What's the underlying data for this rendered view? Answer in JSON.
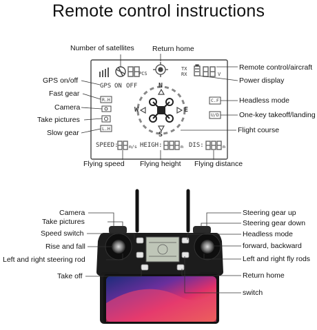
{
  "title": "Remote control instructions",
  "lcd_diagram": {
    "labels": {
      "number_of_satellites": "Number of satellites",
      "return_home": "Return home",
      "remote_aircraft": "Remote control/aircraft",
      "power_display": "Power display",
      "gps_on_off": "GPS on/off",
      "fast_gear": "Fast gear",
      "camera": "Camera",
      "take_pictures": "Take pictures",
      "slow_gear": "Slow gear",
      "headless_mode": "Headless mode",
      "one_key_takeoff": "One-key takeoff/landing",
      "flight_course": "Flight course",
      "flying_speed": "Flying speed",
      "flying_height": "Flying height",
      "flying_distance": "Flying distance"
    },
    "screen": {
      "pcs": "PCS",
      "tx": "TX",
      "rx": "RX",
      "volt": "V",
      "gps": "GPS",
      "on": "ON",
      "off": "OFF",
      "rh": "R.H",
      "lh": "L.H",
      "cf": "C.F",
      "ud": "U/D",
      "n": "N",
      "s": "S",
      "e": "E",
      "w": "W",
      "speed": "SPEED:",
      "ms": "m/s",
      "height": "HEIGH:",
      "m": "m",
      "dis": "DIS:"
    }
  },
  "controller_diagram": {
    "left_labels": {
      "camera": "Camera",
      "take_pictures": "Take pictures",
      "speed_switch": "Speed switch",
      "rise_fall": "Rise and fall",
      "left_right_steering": "Left and right steering rod",
      "take_off": "Take off"
    },
    "right_labels": {
      "steering_gear_up": "Steering gear up",
      "steering_gear_down": "Steering gear down",
      "headless_mode": "Headless mode",
      "forward_backward": "forward, backward",
      "left_right_fly_rods": "Left and right fly rods",
      "return_home": "Return home",
      "switch": "switch"
    }
  }
}
